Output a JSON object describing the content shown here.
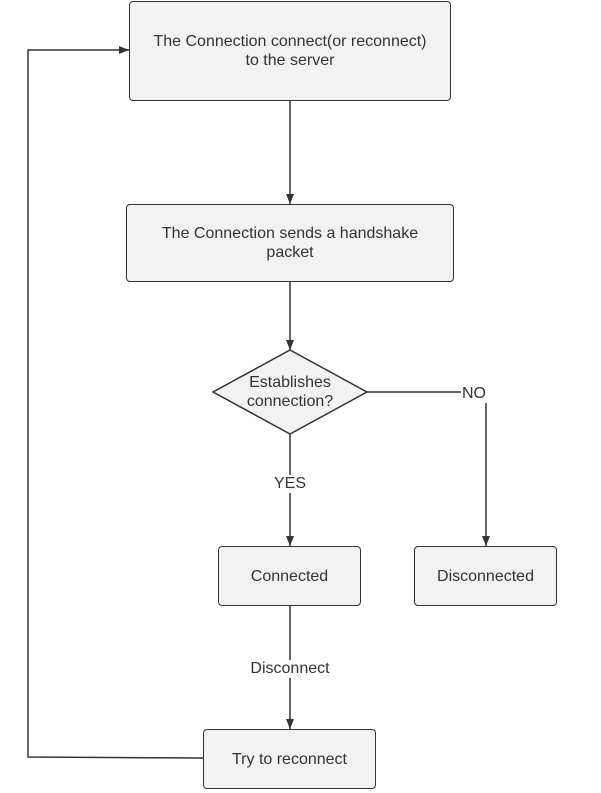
{
  "nodes": {
    "connect": {
      "line1": "The Connection connect(or reconnect)",
      "line2": "to the server"
    },
    "handshake": {
      "line1": "The Connection sends a handshake",
      "line2": "packet"
    },
    "decision": {
      "line1": "Establishes",
      "line2": "connection?"
    },
    "connected": {
      "label": "Connected"
    },
    "disconnected": {
      "label": "Disconnected"
    },
    "reconnect": {
      "label": "Try to reconnect"
    }
  },
  "edges": {
    "no_label": "NO",
    "yes_label": "YES",
    "disconnect_label": "Disconnect"
  },
  "colors": {
    "node_fill": "#f2f2f2",
    "stroke": "#333333",
    "text": "#333333"
  }
}
